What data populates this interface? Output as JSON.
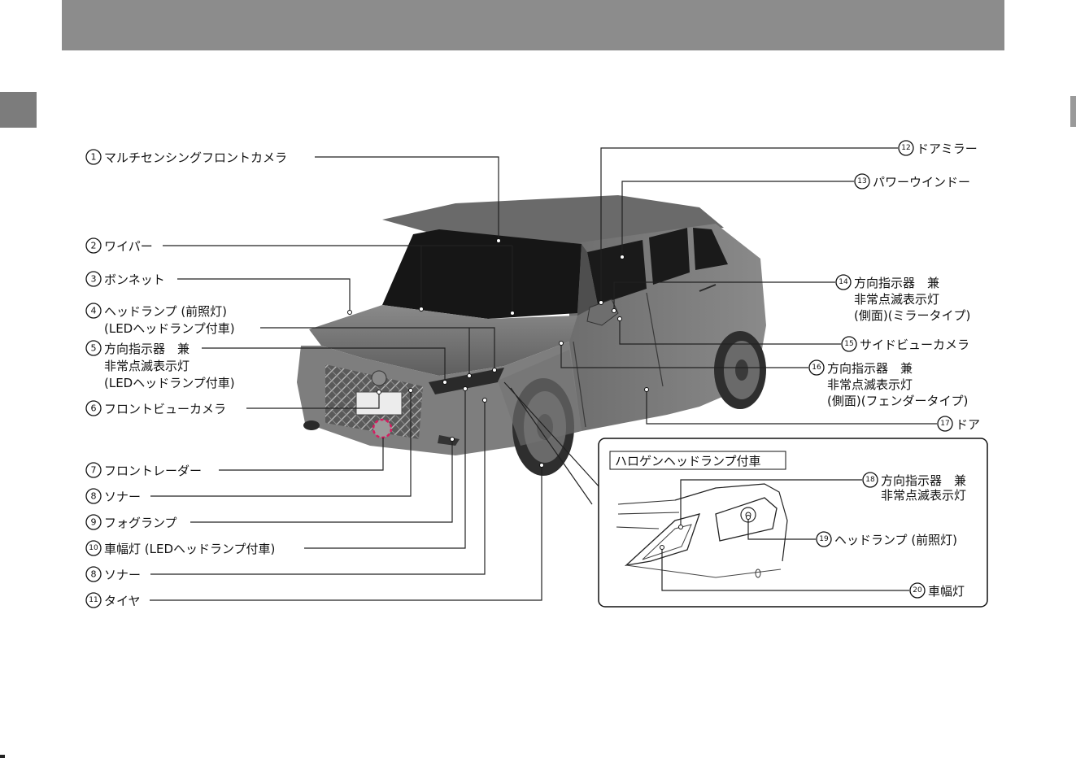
{
  "labels": {
    "l1": {
      "num": "1",
      "text": "マルチセンシングフロントカメラ"
    },
    "l2": {
      "num": "2",
      "text": "ワイパー"
    },
    "l3": {
      "num": "3",
      "text": "ボンネット"
    },
    "l4": {
      "num": "4",
      "line1": "ヘッドランプ (前照灯)",
      "line2": "(LEDヘッドランプ付車)"
    },
    "l5": {
      "num": "5",
      "line1": "方向指示器　兼",
      "line2": "非常点滅表示灯",
      "line3": "(LEDヘッドランプ付車)"
    },
    "l6": {
      "num": "6",
      "text": "フロントビューカメラ"
    },
    "l7": {
      "num": "7",
      "text": "フロントレーダー"
    },
    "l8a": {
      "num": "8",
      "text": "ソナー"
    },
    "l9": {
      "num": "9",
      "text": "フォグランプ"
    },
    "l10": {
      "num": "10",
      "text": "車幅灯 (LEDヘッドランプ付車)"
    },
    "l8b": {
      "num": "8",
      "text": "ソナー"
    },
    "l11": {
      "num": "11",
      "text": "タイヤ"
    },
    "l12": {
      "num": "12",
      "text": "ドアミラー"
    },
    "l13": {
      "num": "13",
      "text": "パワーウインドー"
    },
    "l14": {
      "num": "14",
      "line1": "方向指示器　兼",
      "line2": "非常点滅表示灯",
      "line3": "(側面)(ミラータイプ)"
    },
    "l15": {
      "num": "15",
      "text": "サイドビューカメラ"
    },
    "l16": {
      "num": "16",
      "line1": "方向指示器　兼",
      "line2": "非常点滅表示灯",
      "line3": "(側面)(フェンダータイプ)"
    },
    "l17": {
      "num": "17",
      "text": "ドア"
    }
  },
  "inset": {
    "title": "ハロゲンヘッドランプ付車",
    "l18": {
      "num": "18",
      "line1": "方向指示器　兼",
      "line2": "非常点滅表示灯"
    },
    "l19": {
      "num": "19",
      "text": "ヘッドランプ (前照灯)"
    },
    "l20": {
      "num": "20",
      "text": "車幅灯"
    }
  }
}
